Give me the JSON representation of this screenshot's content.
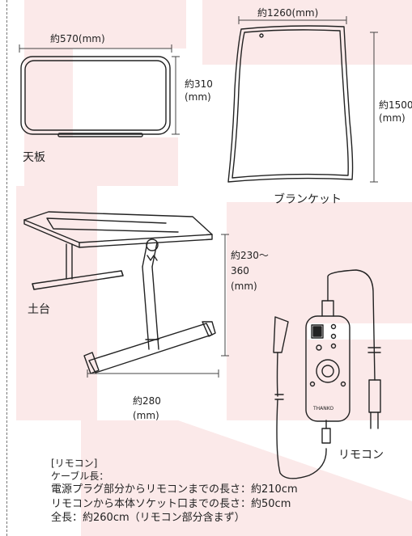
{
  "labels": {
    "top_width": "約570(mm)",
    "top_depth_1": "約310",
    "top_depth_2": "(mm)",
    "top_name": "天板",
    "blanket_width": "約1260(mm)",
    "blanket_height_1": "約1500",
    "blanket_height_2": "(mm)",
    "blanket_name": "ブランケット",
    "stand_height_1": "約230～",
    "stand_height_2": "360",
    "stand_height_3": "(mm)",
    "base_name": "土台",
    "base_width_1": "約280",
    "base_width_2": "(mm)",
    "remote_name": "リモコン",
    "remote_brand": "THANKO"
  },
  "spec": {
    "title": "[リモコン]",
    "cable": "ケーブル長：",
    "line1": "電源プラグ部分からリモコンまでの長さ：約210cm",
    "line2": "リモコンから本体ソケット口までの長さ：約50cm",
    "line3": "全長：約260cm（リモコン部分含まず）"
  },
  "colors": {
    "watermark": "#fae6e6",
    "line": "#222222",
    "dim_line": "#444444"
  }
}
